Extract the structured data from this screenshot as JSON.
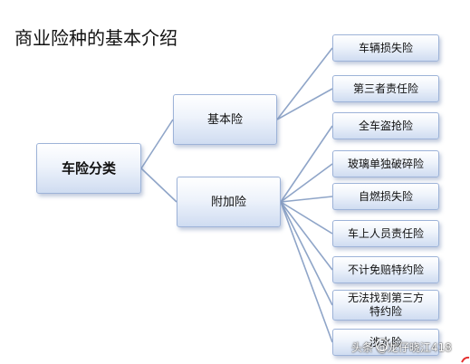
{
  "title": "商业险种的基本介绍",
  "root": {
    "label": "车险分类"
  },
  "branches": [
    {
      "label": "基本险",
      "children": [
        "车辆损失险",
        "第三者责任险"
      ]
    },
    {
      "label": "附加险",
      "children": [
        "全车盗抢险",
        "玻璃单独破碎险",
        "自燃损失险",
        "车上人员责任险",
        "不计免赔特约险",
        "无法找到第三方\n特约险",
        "涉水险"
      ]
    }
  ],
  "watermark": "头条 @龙仔晓江418",
  "colors": {
    "box_border": "#9db3d8",
    "connector": "#8fa5c8",
    "accent_red": "#e53030"
  }
}
